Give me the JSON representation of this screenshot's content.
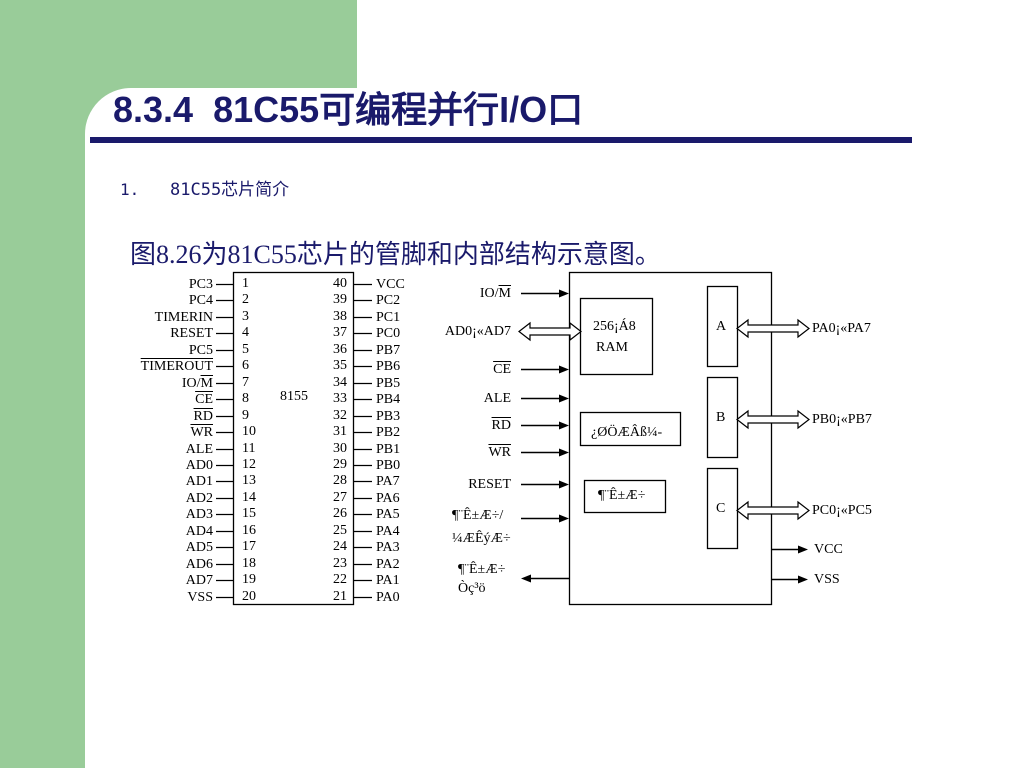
{
  "slide": {
    "title": "8.3.4  81C55可编程并行I/O口",
    "item_number": "1.",
    "item_text": "81C55芯片简介",
    "caption": "图8.26为81C55芯片的管脚和内部结构示意图。"
  },
  "colors": {
    "accent_green": "#99cc99",
    "heading_navy": "#1a1a6b",
    "ink": "#000000"
  },
  "pinout": {
    "chip_label": "8155",
    "left_pins": [
      {
        "num": "1",
        "label": "PC3"
      },
      {
        "num": "2",
        "label": "PC4"
      },
      {
        "num": "3",
        "label": "TIMERIN"
      },
      {
        "num": "4",
        "label": "RESET"
      },
      {
        "num": "5",
        "label": "PC5"
      },
      {
        "num": "6",
        "bar": "TIMEROUT"
      },
      {
        "num": "7",
        "label": "IO/",
        "bar": "M"
      },
      {
        "num": "8",
        "bar": "CE"
      },
      {
        "num": "9",
        "bar": "RD"
      },
      {
        "num": "10",
        "bar": "WR"
      },
      {
        "num": "11",
        "label": "ALE"
      },
      {
        "num": "12",
        "label": "AD0"
      },
      {
        "num": "13",
        "label": "AD1"
      },
      {
        "num": "14",
        "label": "AD2"
      },
      {
        "num": "15",
        "label": "AD3"
      },
      {
        "num": "16",
        "label": "AD4"
      },
      {
        "num": "17",
        "label": "AD5"
      },
      {
        "num": "18",
        "label": "AD6"
      },
      {
        "num": "19",
        "label": "AD7"
      },
      {
        "num": "20",
        "label": "VSS"
      }
    ],
    "right_pins": [
      {
        "num": "40",
        "label": "VCC"
      },
      {
        "num": "39",
        "label": "PC2"
      },
      {
        "num": "38",
        "label": "PC1"
      },
      {
        "num": "37",
        "label": "PC0"
      },
      {
        "num": "36",
        "label": "PB7"
      },
      {
        "num": "35",
        "label": "PB6"
      },
      {
        "num": "34",
        "label": "PB5"
      },
      {
        "num": "33",
        "label": "PB4"
      },
      {
        "num": "32",
        "label": "PB3"
      },
      {
        "num": "31",
        "label": "PB2"
      },
      {
        "num": "30",
        "label": "PB1"
      },
      {
        "num": "29",
        "label": "PB0"
      },
      {
        "num": "28",
        "label": "PA7"
      },
      {
        "num": "27",
        "label": "PA6"
      },
      {
        "num": "26",
        "label": "PA5"
      },
      {
        "num": "25",
        "label": "PA4"
      },
      {
        "num": "24",
        "label": "PA3"
      },
      {
        "num": "23",
        "label": "PA2"
      },
      {
        "num": "22",
        "label": "PA1"
      },
      {
        "num": "21",
        "label": "PA0"
      }
    ]
  },
  "block": {
    "inputs": [
      {
        "label": "IO/",
        "bar": "M",
        "direction": "in"
      },
      {
        "label": "AD0¡«AD7",
        "direction": "bidirectional"
      },
      {
        "bar": "CE",
        "direction": "in"
      },
      {
        "label": "ALE",
        "direction": "in"
      },
      {
        "bar": "RD",
        "direction": "in"
      },
      {
        "bar": "WR",
        "direction": "in"
      },
      {
        "label": "RESET",
        "direction": "in"
      },
      {
        "lines": [
          "¶¨Ê±Æ÷/",
          "¼ÆÊýÆ÷"
        ],
        "direction": "in"
      },
      {
        "lines": [
          "¶¨Ê±Æ÷",
          "Òç³ö"
        ],
        "direction": "out"
      }
    ],
    "ram": {
      "size": "256¡Á8",
      "name": "RAM"
    },
    "control": "¿ØÖÆÂß¼-",
    "timer": "¶¨Ê±Æ÷",
    "ports": [
      {
        "name": "A",
        "bus": "PA0¡«PA7"
      },
      {
        "name": "B",
        "bus": "PB0¡«PB7"
      },
      {
        "name": "C",
        "bus": "PC0¡«PC5"
      }
    ],
    "power": [
      "VCC",
      "VSS"
    ]
  }
}
